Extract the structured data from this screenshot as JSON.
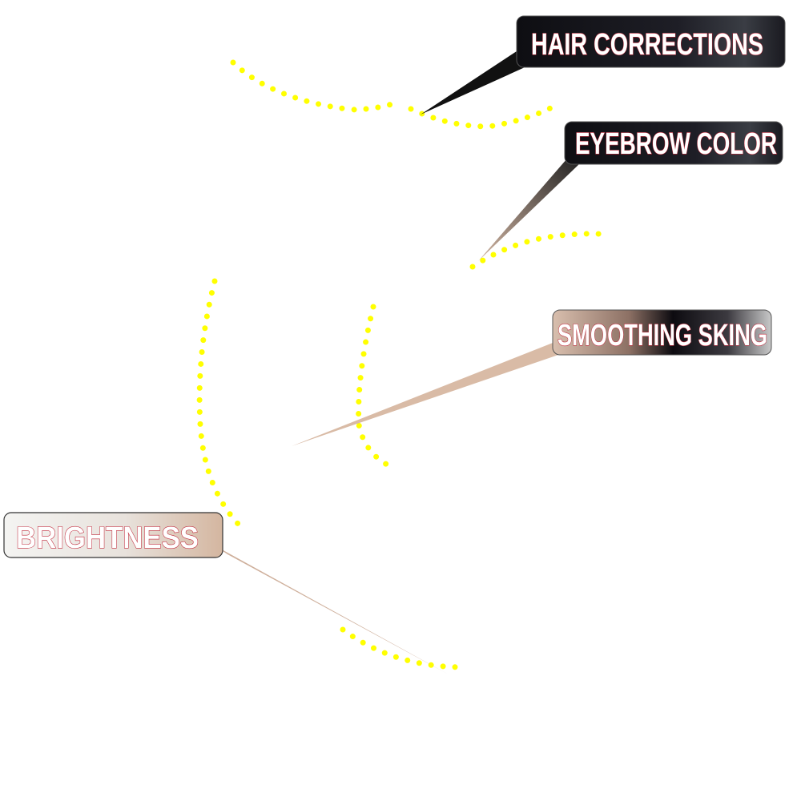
{
  "labels": {
    "hair": "HAIR CORRECTIONS",
    "eyebrow": "EYEBROW COLOR",
    "smoothing": "SMOOTHING SKING",
    "brightness": "BRIGHTNESS"
  },
  "colors": {
    "dots": "#ffff00",
    "dark_box": "#16161c",
    "tan": "#d8b9a4",
    "text_outline": "#c0283a"
  }
}
